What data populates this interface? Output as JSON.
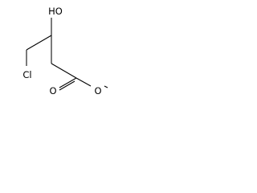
{
  "molecule": {
    "atoms": {
      "oh": "HO",
      "cl": "Cl",
      "carbonyl_o": "O",
      "ester_o": "O"
    },
    "colors": {
      "bond": "#000000",
      "label": "#000000",
      "background": "#ffffff"
    }
  }
}
